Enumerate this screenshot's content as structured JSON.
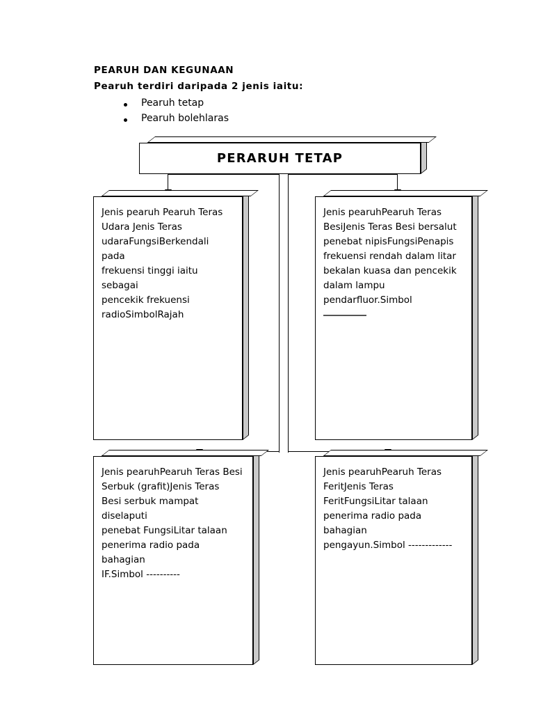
{
  "header": {
    "title": "PEARUH DAN KEGUNAAN",
    "subtitle": "Pearuh terdiri daripada 2 jenis iaitu:",
    "bullets": [
      "Pearuh tetap",
      "Pearuh bolehlaras"
    ]
  },
  "diagram": {
    "title_box": {
      "label": "PERARUH TETAP"
    },
    "boxes": [
      {
        "id": "box-tl",
        "lines": [
          "Jenis pearuh Pearuh Teras",
          "Udara           Jenis Teras",
          "udaraFungsiBerkendali pada",
          "frekuensi tinggi iaitu sebagai",
          "pencekik frekuensi",
          "radioSimbolRajah"
        ],
        "trailing_rule": "none"
      },
      {
        "id": "box-tr",
        "lines": [
          "Jenis pearuhPearuh Teras",
          "BesiJenis Teras Besi bersalut",
          "penebat nipisFungsiPenapis",
          "frekuensi rendah dalam litar",
          "bekalan kuasa dan pencekik",
          "dalam lampu",
          "pendarfluor.Simbol"
        ],
        "trailing_rule": "solid"
      },
      {
        "id": "box-bl",
        "lines": [
          "Jenis pearuhPearuh Teras Besi",
          "Serbuk (grafit)Jenis Teras",
          "Besi serbuk mampat diselaputi",
          "penebat FungsiLitar talaan",
          "penerima radio pada bahagian",
          "IF.Simbol          ----------"
        ],
        "trailing_rule": "none"
      },
      {
        "id": "box-br",
        "lines": [
          "Jenis pearuhPearuh Teras",
          "FeritJenis Teras",
          "FeritFungsiLitar talaan",
          "penerima radio pada bahagian",
          "pengayun.Simbol        -------------"
        ],
        "trailing_rule": "none"
      }
    ]
  },
  "colors": {
    "line": "#000000",
    "shadow": "#c9c9c9",
    "paper": "#ffffff",
    "rule": "#555555"
  }
}
